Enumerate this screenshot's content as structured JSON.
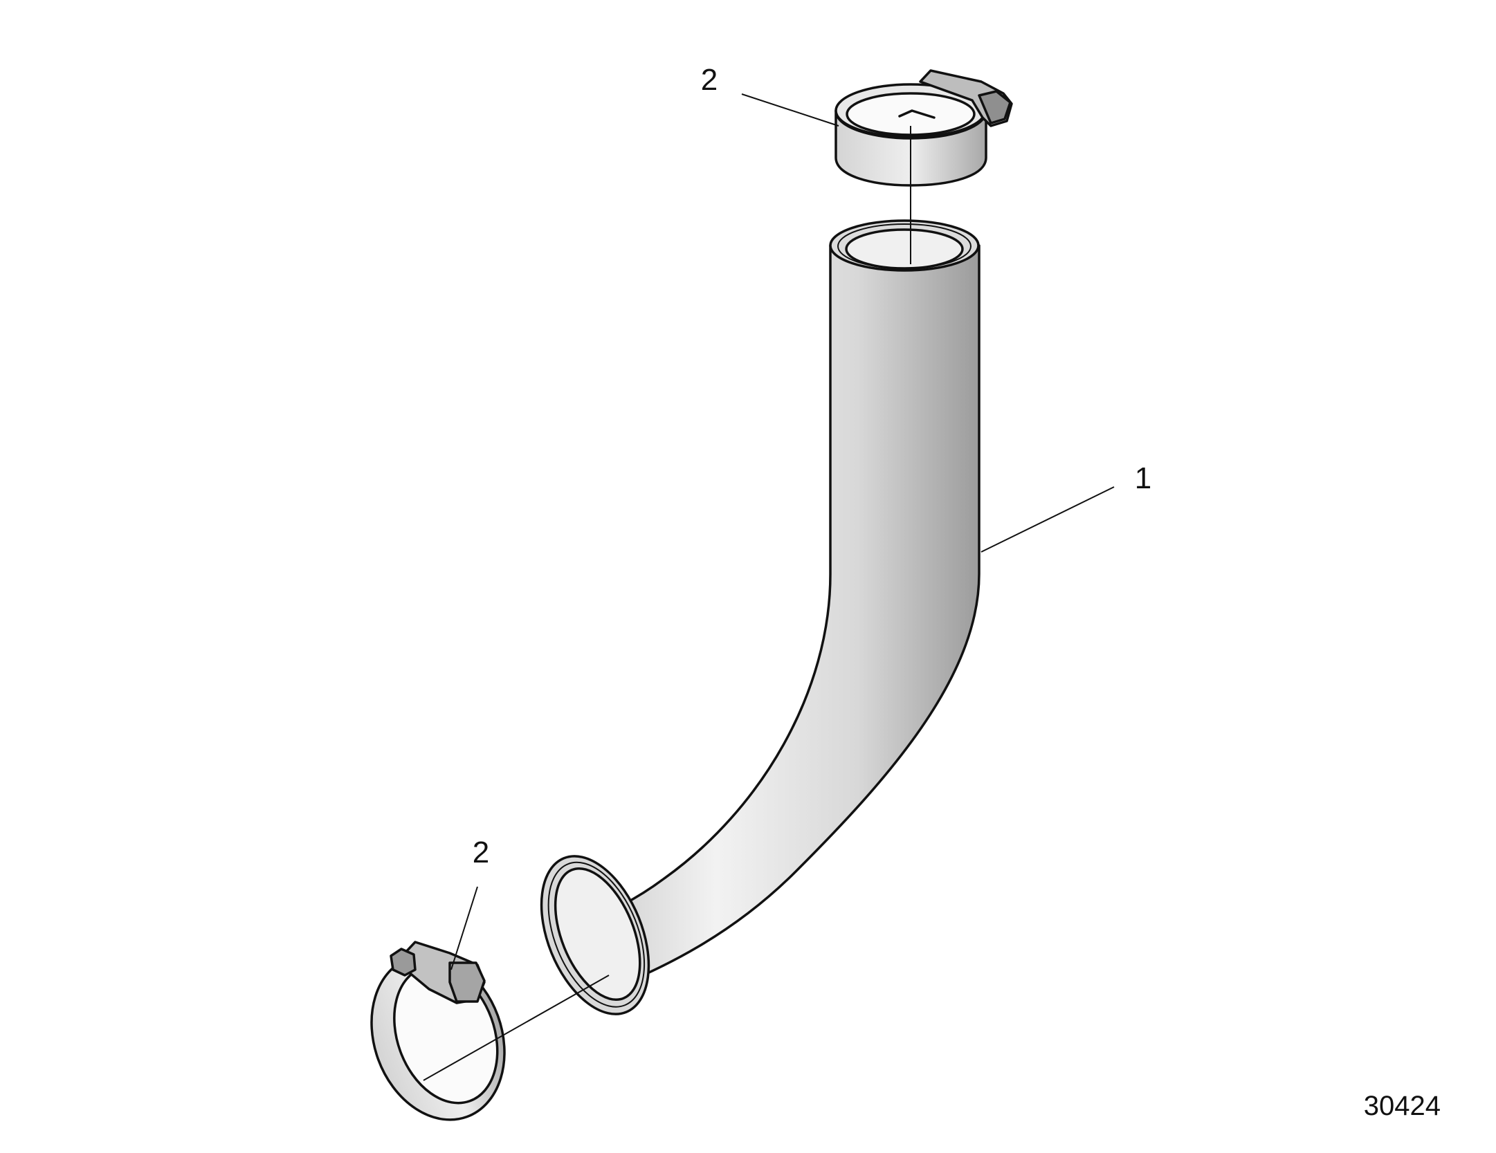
{
  "callouts": [
    {
      "id": "hose",
      "label": "1"
    },
    {
      "id": "upper-clamp",
      "label": "2"
    },
    {
      "id": "lower-clamp",
      "label": "2"
    }
  ],
  "figure_number": "30424",
  "colors": {
    "line": "#111111",
    "part_light": "#f4f4f4",
    "part_mid": "#cfcfcf",
    "part_dark": "#9a9a9a",
    "background": "#ffffff"
  }
}
